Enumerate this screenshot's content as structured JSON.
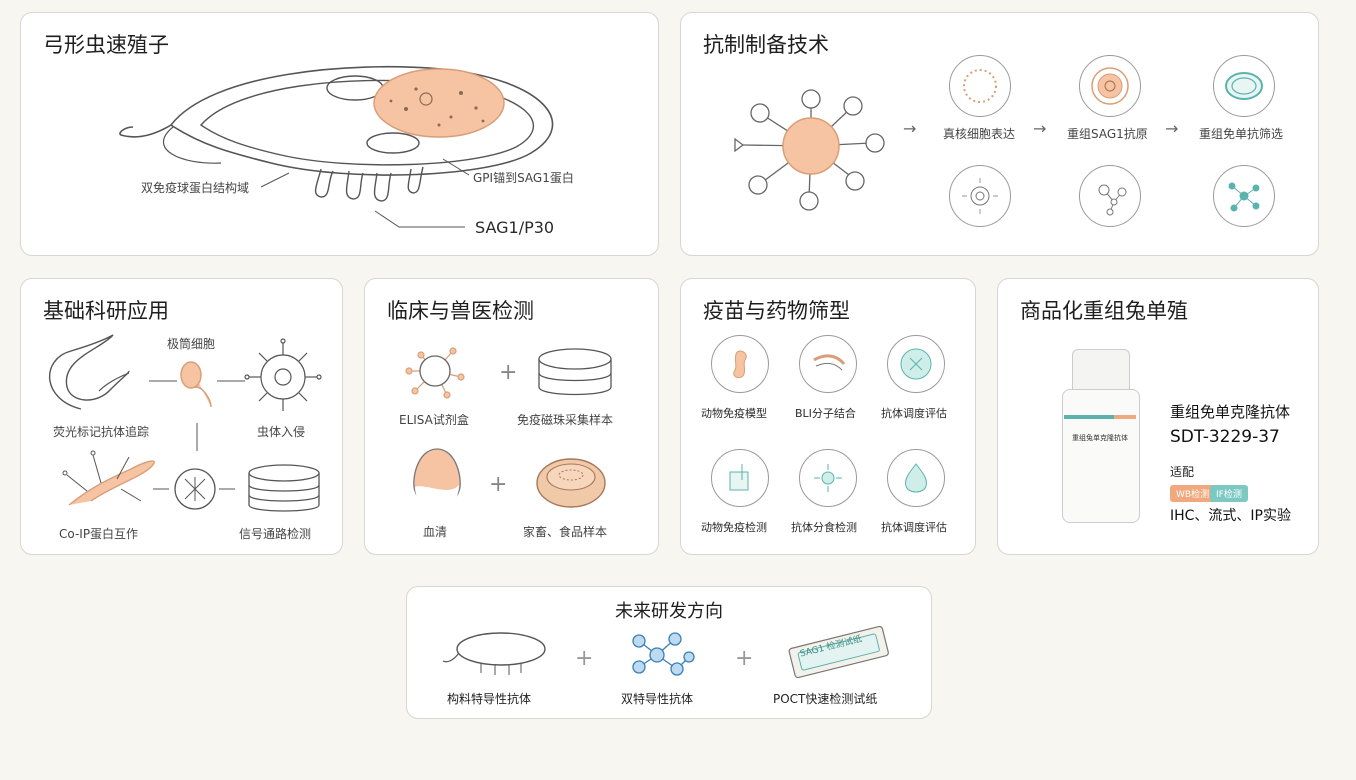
{
  "colors": {
    "peach": "#f6c4a2",
    "peach_stroke": "#d99e77",
    "teal": "#9cd8d2",
    "teal_stroke": "#5bb3ad",
    "line": "#555555",
    "gray": "#9a9a9a"
  },
  "panel1": {
    "title": "弓形虫速殖子",
    "label_domain": "双免疫球蛋白结构域",
    "label_gpi": "GPI锚到SAG1蛋白",
    "label_sag": "SAG1/P30"
  },
  "panel2": {
    "title": "抗制制备技术",
    "steps": [
      "真核细胞表达",
      "重组SAG1抗原",
      "重组免单抗筛选"
    ]
  },
  "panel3": {
    "title": "基础科研应用",
    "items": [
      "极筒细胞",
      "荧光标记抗体追踪",
      "虫体入侵",
      "Co-IP蛋白互作",
      "信号通路检测"
    ]
  },
  "panel4": {
    "title": "临床与兽医检测",
    "items": [
      "ELISA试剂盒",
      "免疫磁珠采集样本",
      "血清",
      "家畜、食品样本"
    ]
  },
  "panel5": {
    "title": "疫苗与药物筛型",
    "items": [
      "动物免疫模型",
      "BLI分子结合",
      "抗体调度评估",
      "动物免疫检测",
      "抗体分食检测",
      "抗体调度评估"
    ]
  },
  "panel6": {
    "title": "商品化重组兔单殖",
    "bottle_label": "重组兔单克隆抗体",
    "product_name": "重组免单克隆抗体",
    "product_code": "SDT-3229-37",
    "suited": "适配",
    "tag1": "WB检测",
    "tag2": "IF检测",
    "apps": "IHC、流式、IP实验"
  },
  "panel7": {
    "title": "未来研发方向",
    "items": [
      "构料特导性抗体",
      "双特导性抗体",
      "POCT快速检测试纸"
    ],
    "strip_text": "SAG1 检测试纸"
  }
}
